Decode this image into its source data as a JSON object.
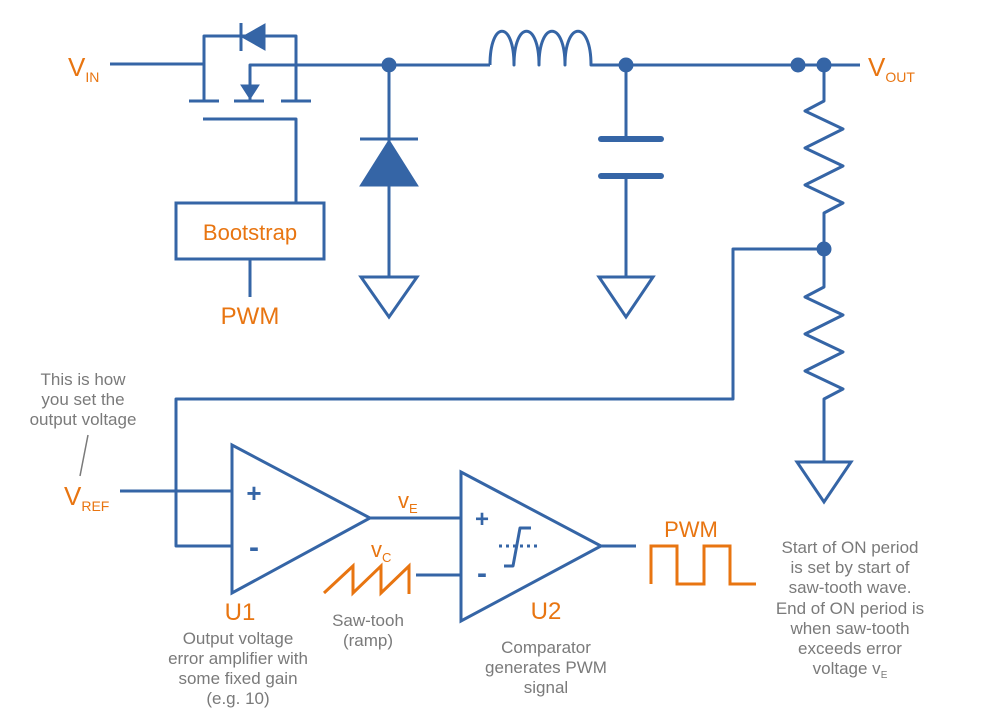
{
  "colors": {
    "wire": "#3565a6",
    "label": "#e87511",
    "note": "#7a7a7a"
  },
  "labels": {
    "vin": {
      "main": "V",
      "sub": "IN"
    },
    "vout": {
      "main": "V",
      "sub": "OUT"
    },
    "vref": {
      "main": "V",
      "sub": "REF"
    },
    "ve": {
      "main": "v",
      "sub": "E"
    },
    "vc": {
      "main": "v",
      "sub": "C"
    },
    "bootstrap": "Bootstrap",
    "pwm_driver": "PWM",
    "pwm_output": "PWM",
    "u1": "U1",
    "u2": "U2",
    "plus": "+",
    "minus": "-"
  },
  "notes": {
    "vref_note": [
      "This is how",
      "you set the",
      "output voltage"
    ],
    "u1_note": [
      "Output voltage",
      "error amplifier with",
      "some fixed gain",
      "(e.g. 10)"
    ],
    "sawtooth_note": [
      "Saw-tooh",
      "(ramp)"
    ],
    "u2_note": [
      "Comparator",
      "generates PWM",
      "signal"
    ],
    "pwm_note": [
      "Start of ON period",
      "is set by start of",
      "saw-tooth wave.",
      "End of ON period is",
      "when saw-tooth",
      "exceeds error"
    ],
    "pwm_note_last": {
      "text": "voltage v",
      "sub": "E"
    }
  }
}
